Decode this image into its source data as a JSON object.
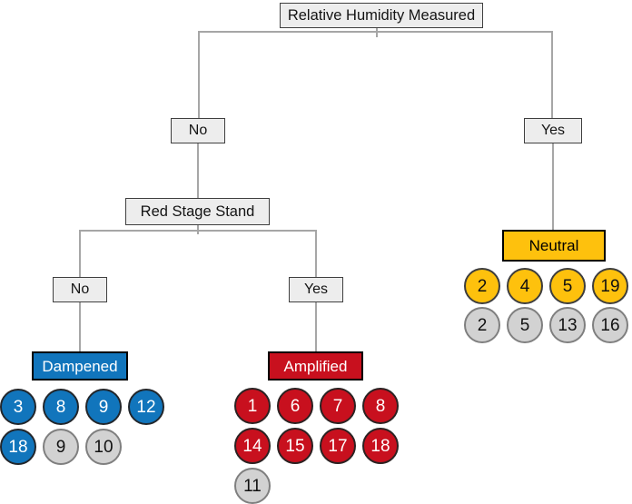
{
  "palette": {
    "blue": "#1175bc",
    "red": "#c8101e",
    "yellow": "#fec10d",
    "gray_circle": "#d2d2d2",
    "node_fill": "#ededed",
    "node_border": "#3f3f3f",
    "connector": "#a6a6a6"
  },
  "tree": {
    "root_label": "Relative Humidity Measured",
    "level1": {
      "no": "No",
      "yes": "Yes"
    },
    "stage_label": "Red Stage Stand",
    "level2": {
      "no": "No",
      "yes": "Yes"
    },
    "leaves": {
      "dampened": {
        "label": "Dampened",
        "rows": [
          [
            {
              "value": "3",
              "variant": "blue"
            },
            {
              "value": "8",
              "variant": "blue"
            },
            {
              "value": "9",
              "variant": "blue"
            },
            {
              "value": "12",
              "variant": "blue"
            }
          ],
          [
            {
              "value": "18",
              "variant": "blue"
            },
            {
              "value": "9",
              "variant": "gray"
            },
            {
              "value": "10",
              "variant": "gray"
            }
          ]
        ]
      },
      "amplified": {
        "label": "Amplified",
        "rows": [
          [
            {
              "value": "1",
              "variant": "red"
            },
            {
              "value": "6",
              "variant": "red"
            },
            {
              "value": "7",
              "variant": "red"
            },
            {
              "value": "8",
              "variant": "red"
            }
          ],
          [
            {
              "value": "14",
              "variant": "red"
            },
            {
              "value": "15",
              "variant": "red"
            },
            {
              "value": "17",
              "variant": "red"
            },
            {
              "value": "18",
              "variant": "red"
            }
          ],
          [
            {
              "value": "11",
              "variant": "gray"
            }
          ]
        ]
      },
      "neutral": {
        "label": "Neutral",
        "rows": [
          [
            {
              "value": "2",
              "variant": "yellow"
            },
            {
              "value": "4",
              "variant": "yellow"
            },
            {
              "value": "5",
              "variant": "yellow"
            },
            {
              "value": "19",
              "variant": "yellow"
            }
          ],
          [
            {
              "value": "2",
              "variant": "gray"
            },
            {
              "value": "5",
              "variant": "gray"
            },
            {
              "value": "13",
              "variant": "gray"
            },
            {
              "value": "16",
              "variant": "gray"
            }
          ]
        ]
      }
    }
  }
}
